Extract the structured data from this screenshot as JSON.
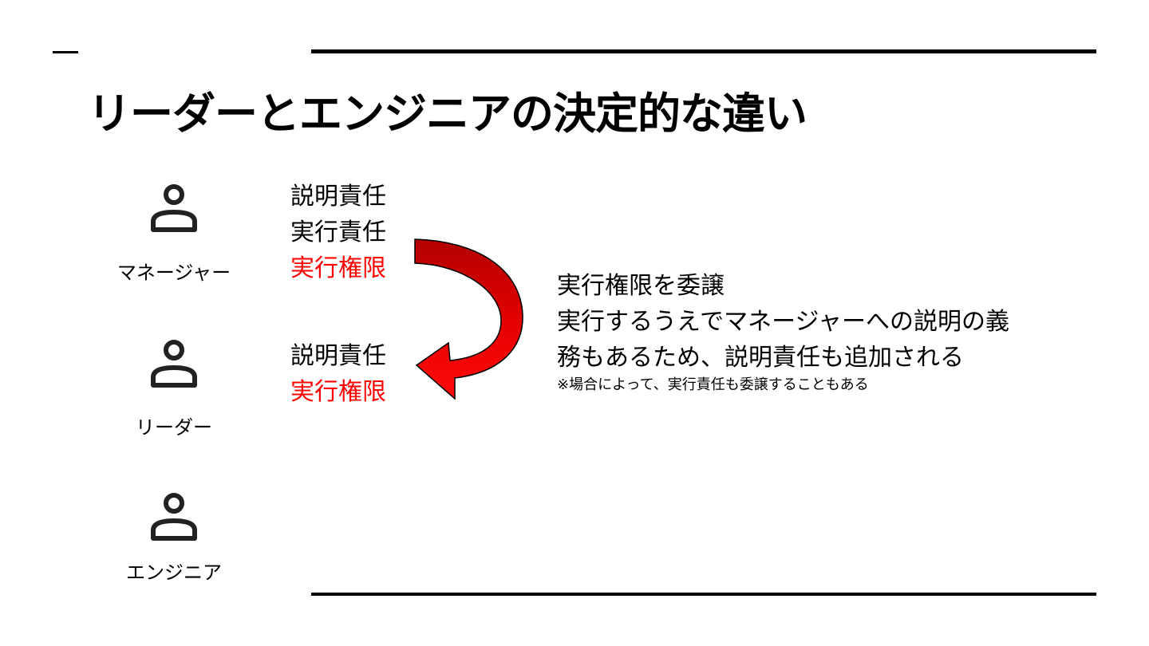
{
  "title": "リーダーとエンジニアの決定的な違い",
  "roles": [
    {
      "label": "マネージャー",
      "icon": "person-icon"
    },
    {
      "label": "リーダー",
      "icon": "person-icon"
    },
    {
      "label": "エンジニア",
      "icon": "person-icon"
    }
  ],
  "manager_duties": [
    {
      "text": "説明責任",
      "color": "#000000"
    },
    {
      "text": "実行責任",
      "color": "#000000"
    },
    {
      "text": "実行権限",
      "color": "#ff0000"
    }
  ],
  "leader_duties": [
    {
      "text": "説明責任",
      "color": "#000000"
    },
    {
      "text": "実行権限",
      "color": "#ff0000"
    }
  ],
  "description": {
    "line1": "実行権限を委譲",
    "line2": "実行するうえでマネージャーへの説明の義",
    "line3": "務もあるため、説明責任も追加される",
    "note": "※場合によって、実行責任も委譲することもある"
  },
  "colors": {
    "accent": "#ff0000",
    "arrow_dark": "#b30000",
    "text": "#000000"
  }
}
